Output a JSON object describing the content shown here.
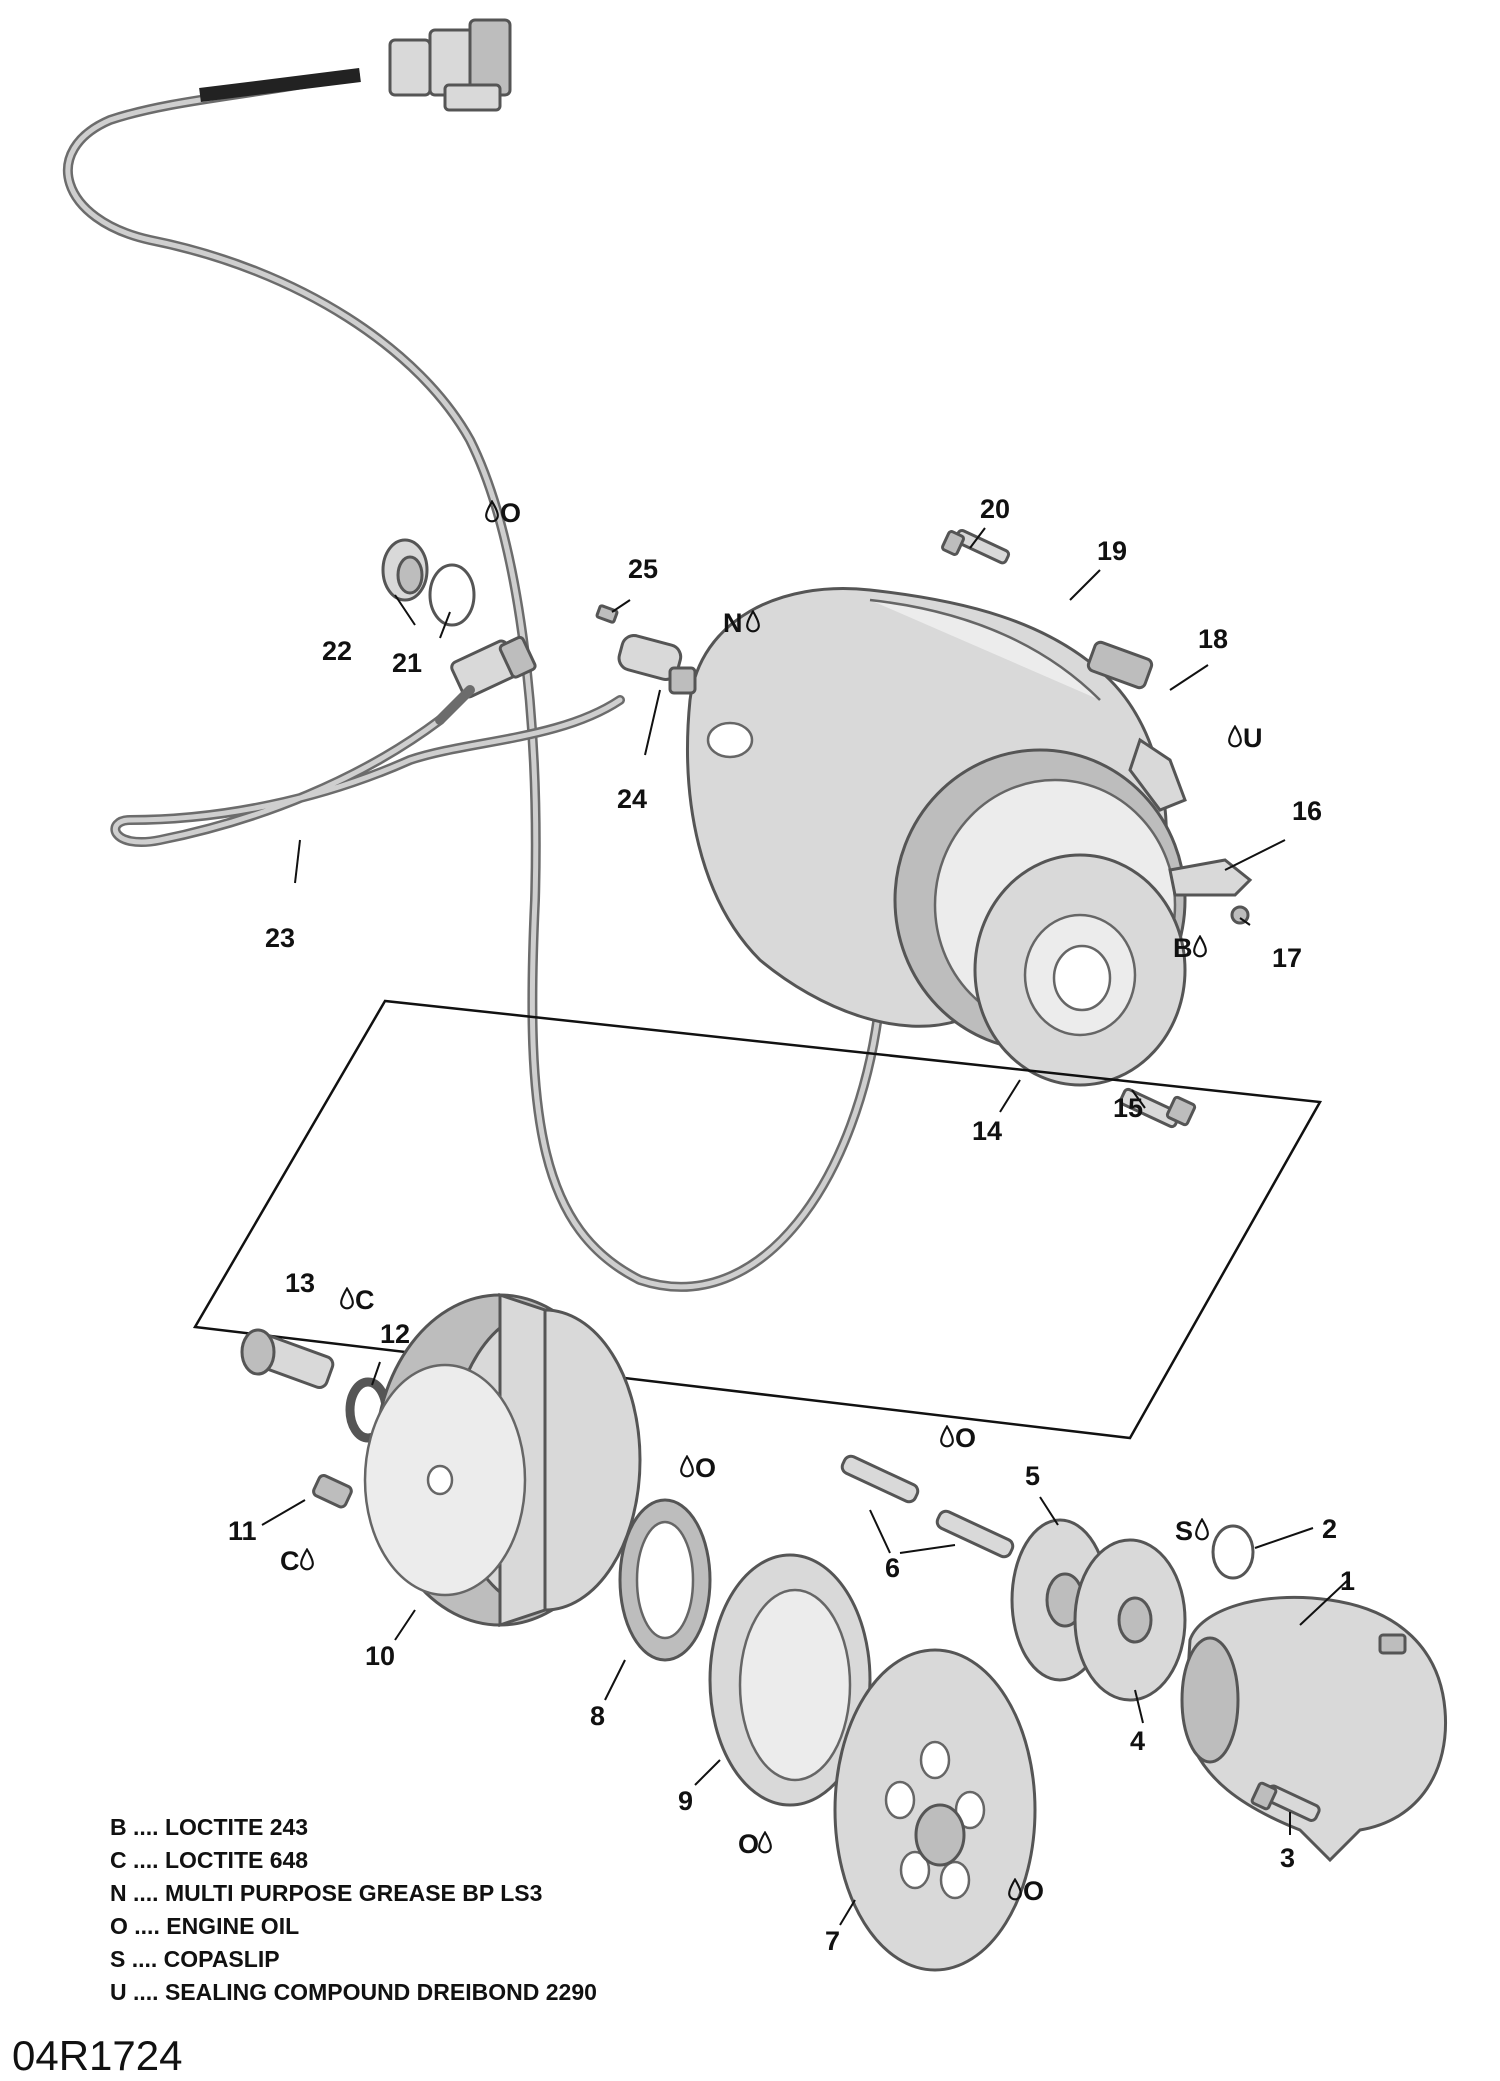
{
  "callouts": {
    "c1": "1",
    "c2": "2",
    "c3": "3",
    "c4": "4",
    "c5": "5",
    "c6": "6",
    "c7": "7",
    "c8": "8",
    "c9": "9",
    "c10": "10",
    "c11": "11",
    "c12": "12",
    "c13": "13",
    "c14": "14",
    "c15": "15",
    "c16": "16",
    "c17": "17",
    "c18": "18",
    "c19": "19",
    "c20": "20",
    "c21": "21",
    "c22": "22",
    "c23": "23",
    "c24": "24",
    "c25": "25"
  },
  "symbols": {
    "o_21": "O",
    "n_24": "N",
    "u_18": "U",
    "b_17": "B",
    "c_13": "C",
    "c_11": "C",
    "o_8": "O",
    "o_6": "O",
    "s_2": "S",
    "o_9": "O",
    "o_7": "O"
  },
  "legend": [
    {
      "code": "B",
      "text": "B .... LOCTITE 243"
    },
    {
      "code": "C",
      "text": "C .... LOCTITE 648"
    },
    {
      "code": "N",
      "text": "N .... MULTI PURPOSE GREASE BP LS3"
    },
    {
      "code": "O",
      "text": "O .... ENGINE OIL"
    },
    {
      "code": "S",
      "text": "S .... COPASLIP"
    },
    {
      "code": "U",
      "text": "U .... SEALING COMPOUND DREIBOND 2290"
    }
  ],
  "drawing_id": "04R1724",
  "icons": {
    "drop": "oil-drop-icon"
  }
}
